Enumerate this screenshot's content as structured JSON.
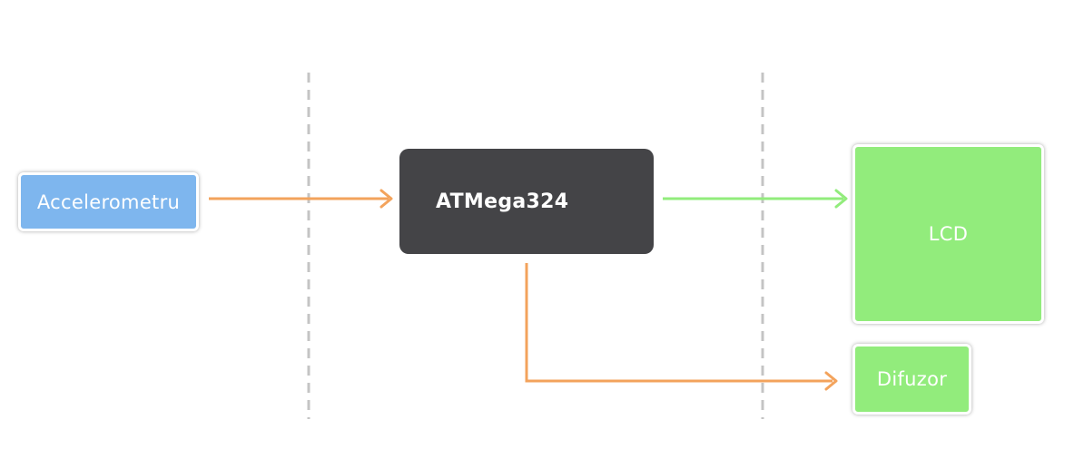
{
  "diagram": {
    "nodes": {
      "accelerometer": {
        "label": "Accelerometru",
        "color": "#7eb6ee"
      },
      "microcontroller": {
        "label": "ATMega324",
        "color": "#444447"
      },
      "lcd": {
        "label": "LCD",
        "color": "#92ec7c"
      },
      "speaker": {
        "label": "Difuzor",
        "color": "#92ec7c"
      }
    },
    "edges": [
      {
        "from": "accelerometer",
        "to": "microcontroller",
        "color": "#f3a35c"
      },
      {
        "from": "microcontroller",
        "to": "lcd",
        "color": "#92ec7c"
      },
      {
        "from": "microcontroller",
        "to": "speaker",
        "color": "#f3a35c"
      }
    ],
    "separator_color": "#c4c4c4"
  }
}
